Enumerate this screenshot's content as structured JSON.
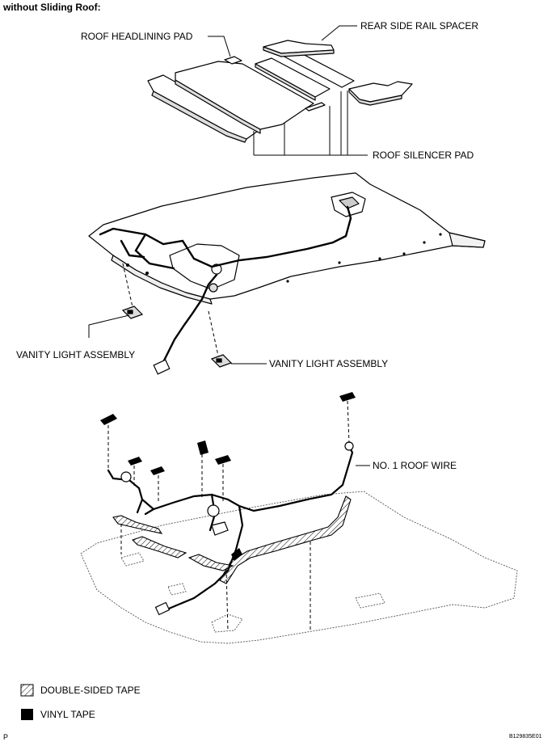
{
  "header": "without Sliding Roof:",
  "labels": {
    "rear_side_rail_spacer": "REAR SIDE RAIL SPACER",
    "roof_headlining_pad": "ROOF HEADLINING PAD",
    "roof_silencer_pad": "ROOF SILENCER PAD",
    "vanity_light_left": "VANITY LIGHT ASSEMBLY",
    "vanity_light_right": "VANITY LIGHT ASSEMBLY",
    "no1_roof_wire": "NO. 1 ROOF WIRE"
  },
  "legend": {
    "double_sided": "DOUBLE-SIDED TAPE",
    "vinyl": "VINYL TAPE"
  },
  "footer": {
    "left": "P",
    "code": "B129835E01"
  }
}
